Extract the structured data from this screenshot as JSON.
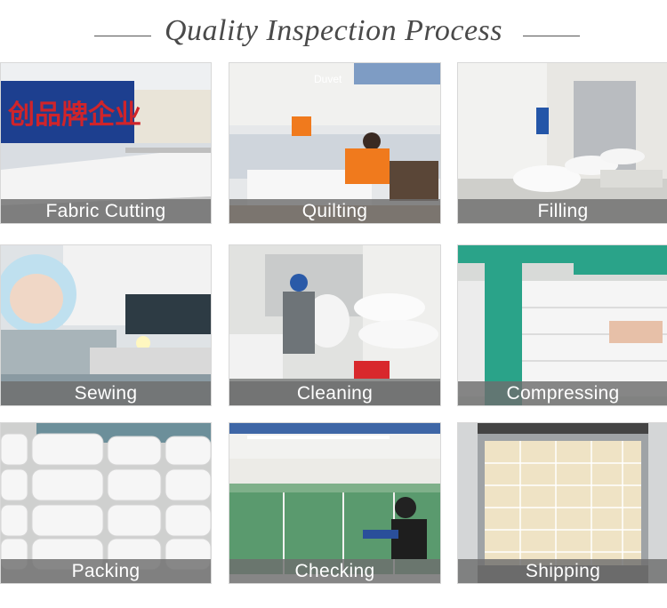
{
  "title": "Quality Inspection Process",
  "steps": [
    {
      "label": "Fabric Cutting"
    },
    {
      "label": "Quilting",
      "sign": "Duvet"
    },
    {
      "label": "Filling"
    },
    {
      "label": "Sewing"
    },
    {
      "label": "Cleaning"
    },
    {
      "label": "Compressing"
    },
    {
      "label": "Packing"
    },
    {
      "label": "Checking"
    },
    {
      "label": "Shipping"
    }
  ],
  "factory_sign": "创品牌企业",
  "colors": {
    "title": "#4a4a4a",
    "caption_band": "#6e6e6e",
    "caption_text": "#ffffff"
  }
}
